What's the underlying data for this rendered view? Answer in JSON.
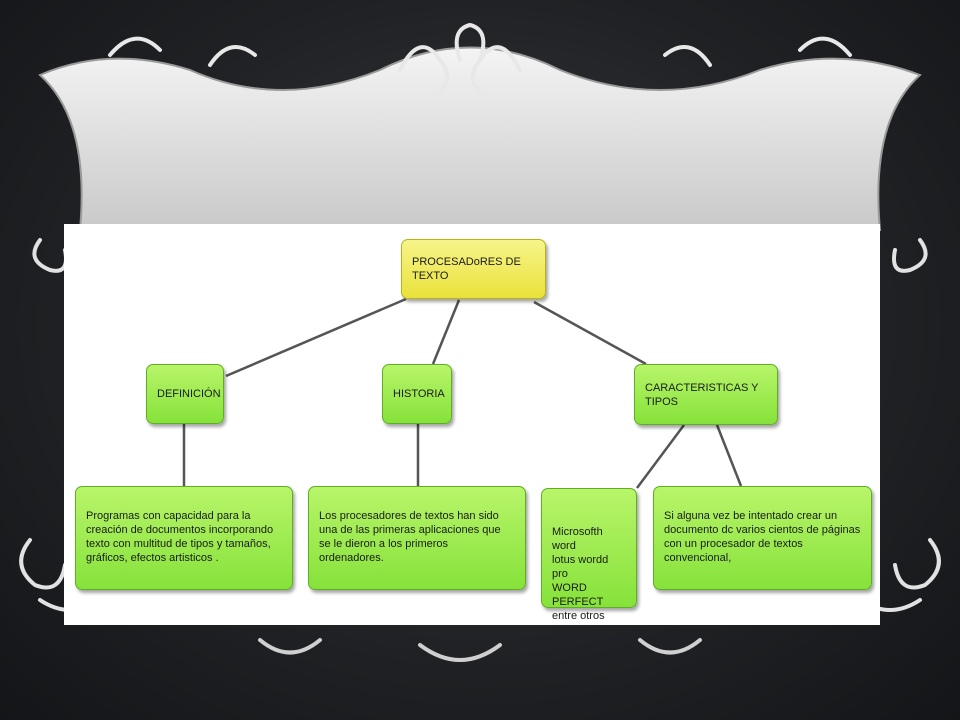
{
  "diagram": {
    "root": {
      "label": "PROCESADoRES DE TEXTO"
    },
    "categories": [
      {
        "label": "DEFINICIÓN"
      },
      {
        "label": "HISTORIA"
      },
      {
        "label": "CARACTERISTICAS Y TIPOS"
      }
    ],
    "details": [
      {
        "text": "Programas con capacidad para la creación de documentos incorporando texto con multitud de tipos y tamaños, gráficos, efectos artisticos ."
      },
      {
        "text": "Los procesadores de textos han sido una de las primeras aplicaciones que se le dieron a los primeros ordenadores."
      },
      {
        "text": "Microsofth word\nlotus wordd pro\nWORD PERFECT\nentre otros"
      },
      {
        "text": "Si alguna vez be intentado crear un documento dc varios cientos de páginas con un procesador de textos convencional,"
      }
    ]
  },
  "colors": {
    "root_fill": "#ecE53f",
    "node_fill": "#98e84a",
    "connector": "#555555",
    "frame": "#d6d6d6"
  }
}
